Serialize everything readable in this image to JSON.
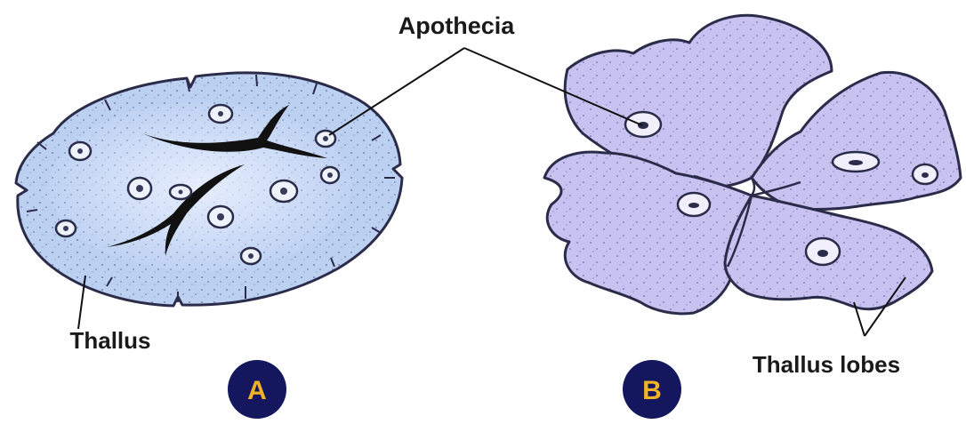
{
  "labels": {
    "apothecia": "Apothecia",
    "thallus": "Thallus",
    "thallus_lobes": "Thallus lobes"
  },
  "badges": {
    "a": "A",
    "b": "B"
  },
  "colors": {
    "thallus_a_fill": "#bcd0f2",
    "thallus_b_fill": "#c7c2ef",
    "outline": "#2b2b4a",
    "badge_bg": "#15175e",
    "badge_text": "#f2b227"
  }
}
